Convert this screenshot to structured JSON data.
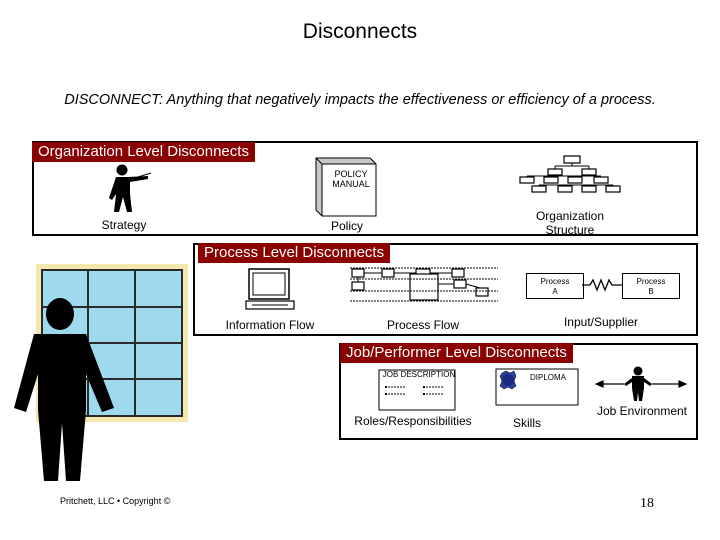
{
  "title": "Disconnects",
  "definition": "DISCONNECT: Anything that negatively impacts the effectiveness or efficiency of a process.",
  "organization": {
    "banner": "Organization Level Disconnects",
    "strategy_label": "Strategy",
    "policy_manual_text": "POLICY MANUAL",
    "policy_label": "Policy",
    "structure_label": "Organization Structure"
  },
  "process": {
    "banner": "Process Level Disconnects",
    "information_flow_label": "Information Flow",
    "process_flow_label": "Process Flow",
    "process_a": "Process A",
    "process_b": "Process B",
    "input_supplier_label": "Input/Supplier"
  },
  "job": {
    "banner": "Job/Performer Level Disconnects",
    "job_description_text": "JOB DESCRIPTION",
    "roles_label": "Roles/Responsibilities",
    "diploma_text": "DIPLOMA",
    "skills_label": "Skills",
    "environment_label": "Job Environment"
  },
  "footer": {
    "copyright": "Pritchett, LLC • Copyright ©",
    "page_number": "18"
  },
  "colors": {
    "banner": "#8b0000",
    "window_frame": "#f4e8b0",
    "window_glass": "#9ed9ee",
    "window_mullion": "#2a2a2a"
  }
}
